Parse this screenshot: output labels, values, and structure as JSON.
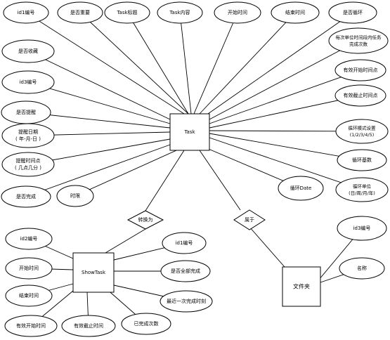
{
  "entities": {
    "task": "Task",
    "showtask": "ShowTask",
    "folder": "文件夹"
  },
  "relationships": {
    "convert": "转换为",
    "belong": "属于"
  },
  "task_attributes": [
    "id1编号",
    "是否重要",
    "Task标题",
    "Task内容",
    "开始时间",
    "结束时间",
    "是否循环",
    [
      "每次单位时间段内任务",
      "完成次数"
    ],
    "有效开始时间点",
    "有效截止时间点",
    [
      "循环模式设置",
      "(1/2/3/4/5)"
    ],
    "循环基数",
    [
      "循环单位",
      "(日/周/月/年)"
    ],
    "循环Date",
    "时限",
    "是否完成",
    [
      "提醒时间点",
      "( 几点几分 )"
    ],
    [
      "提醒日期",
      "( 年-月-日 )"
    ],
    "是否提醒",
    "id3编号",
    "是否收藏"
  ],
  "showtask_attributes": [
    "id2编号",
    "开始时间",
    "结束时间",
    "有效开始时间",
    "有效截止时间",
    "已完成次数",
    "最近一次完成时刻",
    "是否全部完成",
    "id1编号"
  ],
  "folder_attributes": [
    "id3编号",
    "名称"
  ]
}
